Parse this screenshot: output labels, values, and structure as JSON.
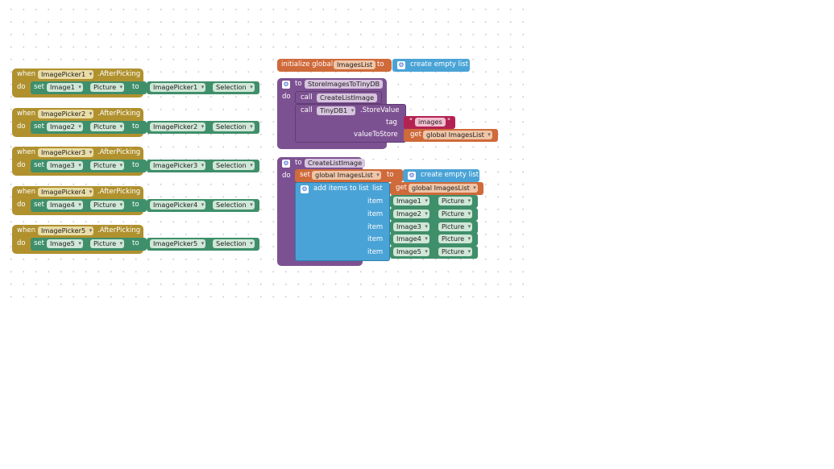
{
  "event_handlers": [
    {
      "when": "when",
      "component": "ImagePicker1",
      "event": ".AfterPicking",
      "do": "do",
      "set": "set",
      "target": "Image1",
      "property": "Picture",
      "to": "to",
      "source": "ImagePicker1",
      "source_property": "Selection"
    },
    {
      "when": "when",
      "component": "ImagePicker2",
      "event": ".AfterPicking",
      "do": "do",
      "set": "set",
      "target": "Image2",
      "property": "Picture",
      "to": "to",
      "source": "ImagePicker2",
      "source_property": "Selection"
    },
    {
      "when": "when",
      "component": "ImagePicker3",
      "event": ".AfterPicking",
      "do": "do",
      "set": "set",
      "target": "Image3",
      "property": "Picture",
      "to": "to",
      "source": "ImagePicker3",
      "source_property": "Selection"
    },
    {
      "when": "when",
      "component": "ImagePicker4",
      "event": ".AfterPicking",
      "do": "do",
      "set": "set",
      "target": "Image4",
      "property": "Picture",
      "to": "to",
      "source": "ImagePicker4",
      "source_property": "Selection"
    },
    {
      "when": "when",
      "component": "ImagePicker5",
      "event": ".AfterPicking",
      "do": "do",
      "set": "set",
      "target": "Image5",
      "property": "Picture",
      "to": "to",
      "source": "ImagePicker5",
      "source_property": "Selection"
    }
  ],
  "init_global": {
    "label": "initialize global",
    "name": "ImagesList",
    "to": "to",
    "value": "create empty list"
  },
  "store_proc": {
    "to": "to",
    "name": "StoreImagesToTinyDB",
    "do": "do",
    "call1_label": "call",
    "call1_name": "CreateListImage",
    "call2_label": "call",
    "call2_component": "TinyDB1",
    "call2_method": ".StoreValue",
    "tag_label": "tag",
    "tag_value": "images",
    "quote_open": "\"",
    "quote_close": "\"",
    "value_label": "valueToStore",
    "get_label": "get",
    "get_var": "global ImagesList"
  },
  "create_proc": {
    "to": "to",
    "name": "CreateListImage",
    "do": "do",
    "set_label": "set",
    "set_var": "global ImagesList",
    "set_to": "to",
    "set_value": "create empty list",
    "add_label": "add items to list",
    "list_label": "list",
    "get_label": "get",
    "get_var": "global ImagesList",
    "item_label": "item",
    "items": [
      {
        "component": "Image1",
        "property": "Picture"
      },
      {
        "component": "Image2",
        "property": "Picture"
      },
      {
        "component": "Image3",
        "property": "Picture"
      },
      {
        "component": "Image4",
        "property": "Picture"
      },
      {
        "component": "Image5",
        "property": "Picture"
      }
    ]
  },
  "colors": {
    "event": "#b0912e",
    "component": "#3f8f6a",
    "procedure": "#7c5191",
    "variable": "#cf6a3a",
    "list": "#4aa3d6",
    "text": "#b32352"
  }
}
